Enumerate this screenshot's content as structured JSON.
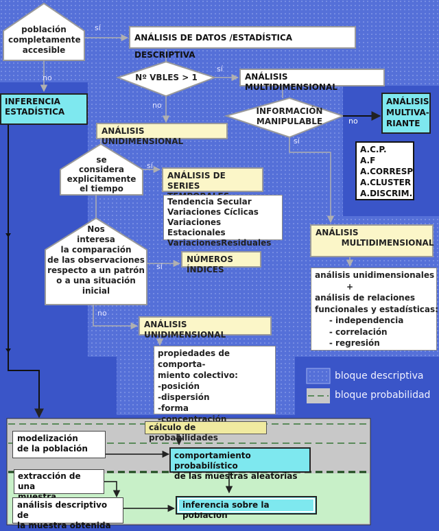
{
  "nodes": {
    "poblacion_question": "población\ncompletamente\naccesible",
    "analisis_datos": "ANÁLISIS DE DATOS /ESTADÍSTICA DESCRIPTIVA",
    "nvbles_question": "Nº VBLES > 1",
    "analisis_multidimensional_top": "ANÁLISIS MULTIDIMENSIONAL",
    "inferencia_estadistica": "INFERENCIA\nESTADÍSTICA",
    "informacion_manipulable": "INFORMACIÓN\nMANIPULABLE",
    "analisis_multivariante": "ANÁLISIS\nMULTIVA-\nRIANTE",
    "multivariante_methods": "A.C.P.\nA.F\nA.CORRESP\nA.CLUSTER\nA.DISCRIM.",
    "analisis_unidimensional_top": "ANÁLISIS UNIDIMENSIONAL",
    "tiempo_question": "se\nconsidera\nexplicitamente\nel tiempo",
    "series_temporales": "ANÁLISIS DE SERIES\nTEMPORALES",
    "series_components": "Tendencia Secular\nVariaciones Cíclicas\nVariaciones Estacionales\nVariacionesResiduales",
    "patron_question": "Nos\ninteresa\nla comparación\nde las observaciones\nrespecto a un patrón\no a una situación\ninicial",
    "numeros_indices": "NÚMEROS ÍNDICES",
    "analisis_multidimensional_mid": "ANÁLISIS\n         MULTIDIMENSIONAL",
    "multidimensional_detail": "análisis unidimensionales\n           +\nanálisis de relaciones\nfuncionales y estadísticas:\n     - independencia\n     - correlación\n     - regresión",
    "analisis_unidimensional_bottom": "ANÁLISIS UNIDIMENSIONAL",
    "propiedades": "propiedades de comporta-\nmiento colectivo:\n-posición\n-dispersión\n-forma\n-concentración",
    "calculo_probabilidades": "cálculo de probabilidades",
    "modelizacion": "modelización\nde la población",
    "comportamiento_probabilistico": "comportamiento probabilístico\nde las muestras aleatorias",
    "extraccion_muestra": "extracción de una\nmuestra aleatoria",
    "analisis_descriptivo_muestra": "análisis descriptivo de\nla muestra obtenida",
    "inferencia_poblacion": "inferencia sobre la población"
  },
  "edge_labels": {
    "si_1": "sí",
    "no_1": "no",
    "si_2": "sí",
    "no_2": "no",
    "no_3": "no",
    "si_3": "sí",
    "si_4": "sí",
    "si_5": "sí",
    "no_4": "no"
  },
  "legend": {
    "descriptiva": "bloque descriptiva",
    "probabilidad": "bloque probabilidad"
  },
  "colors": {
    "background": "#3a55c8",
    "descriptive_block": "#5570d8",
    "probability_block": "#c8c8c8",
    "inference_block": "#c8f0c8",
    "cyan_box": "#7ee8ef",
    "yellow_box": "#fbf6c8"
  }
}
